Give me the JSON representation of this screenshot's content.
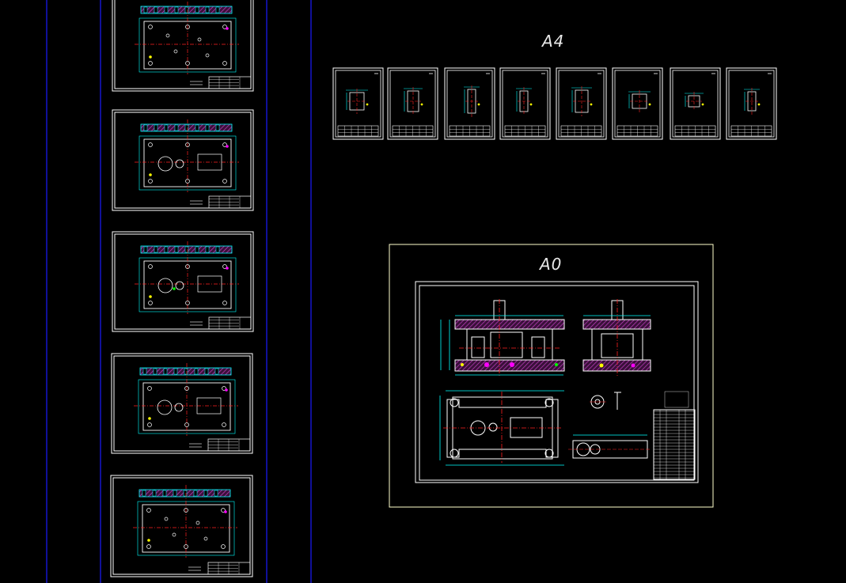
{
  "labels": {
    "a4": "A4",
    "a0": "A0"
  },
  "colors": {
    "background": "#000000",
    "guide": "#1a1aff",
    "border": "#ffffff",
    "a0_border": "#ffffcc",
    "cyan": "#00ffff",
    "red": "#ff2020",
    "magenta": "#ff00ff",
    "yellow": "#ffff00",
    "green": "#00ff00",
    "hatch": "#c040c0"
  },
  "left_sheets_count": 5,
  "a4_sheets_count": 8
}
